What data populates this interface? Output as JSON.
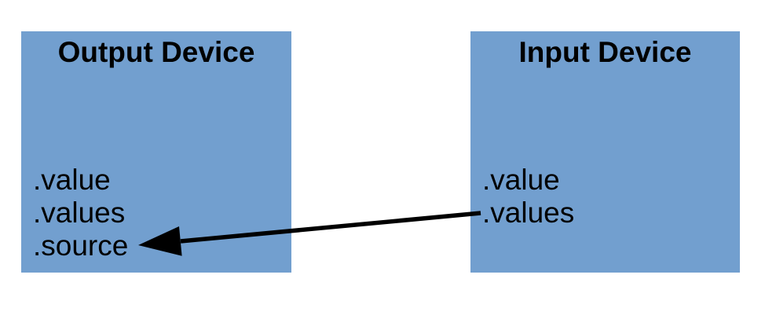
{
  "colors": {
    "box_fill": "#729fcf",
    "text": "#000000",
    "arrow": "#000000",
    "background": "#ffffff"
  },
  "output_device": {
    "title": "Output Device",
    "properties": [
      ".value",
      ".values",
      ".source"
    ]
  },
  "input_device": {
    "title": "Input Device",
    "properties": [
      ".value",
      ".values"
    ]
  },
  "arrow": {
    "from": "Input Device .values",
    "to": "Output Device .source"
  }
}
